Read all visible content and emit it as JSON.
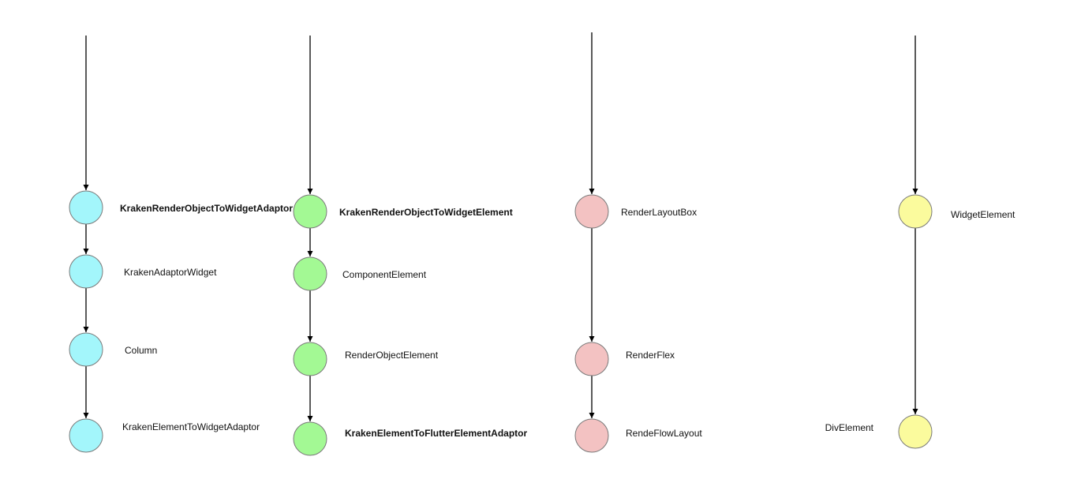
{
  "colors": {
    "cyan": "#a3f6fb",
    "green": "#a3f994",
    "pink": "#f3c2c2",
    "yellow": "#fbfb9d",
    "edge": "#000000",
    "node_stroke": "#7a7a7a"
  },
  "chains": [
    {
      "id": "widget-chain",
      "color": "cyan",
      "nodes": [
        {
          "label": "KrakenRenderObjectToWidgetAdaptor",
          "bold": true
        },
        {
          "label": "KrakenAdaptorWidget",
          "bold": false
        },
        {
          "label": "Column",
          "bold": false
        },
        {
          "label": "KrakenElementToWidgetAdaptor",
          "bold": false
        }
      ]
    },
    {
      "id": "element-chain",
      "color": "green",
      "nodes": [
        {
          "label": "KrakenRenderObjectToWidgetElement",
          "bold": true
        },
        {
          "label": "ComponentElement",
          "bold": false
        },
        {
          "label": "RenderObjectElement",
          "bold": false
        },
        {
          "label": "KrakenElementToFlutterElementAdaptor",
          "bold": true
        }
      ]
    },
    {
      "id": "render-chain",
      "color": "pink",
      "nodes": [
        {
          "label": "RenderLayoutBox",
          "bold": false
        },
        {
          "label": "RenderFlex",
          "bold": false
        },
        {
          "label": "RendeFlowLayout",
          "bold": false
        }
      ]
    },
    {
      "id": "dom-chain",
      "color": "yellow",
      "nodes": [
        {
          "label": "WidgetElement",
          "bold": false
        },
        {
          "label": "DivElement",
          "bold": false
        }
      ]
    }
  ]
}
